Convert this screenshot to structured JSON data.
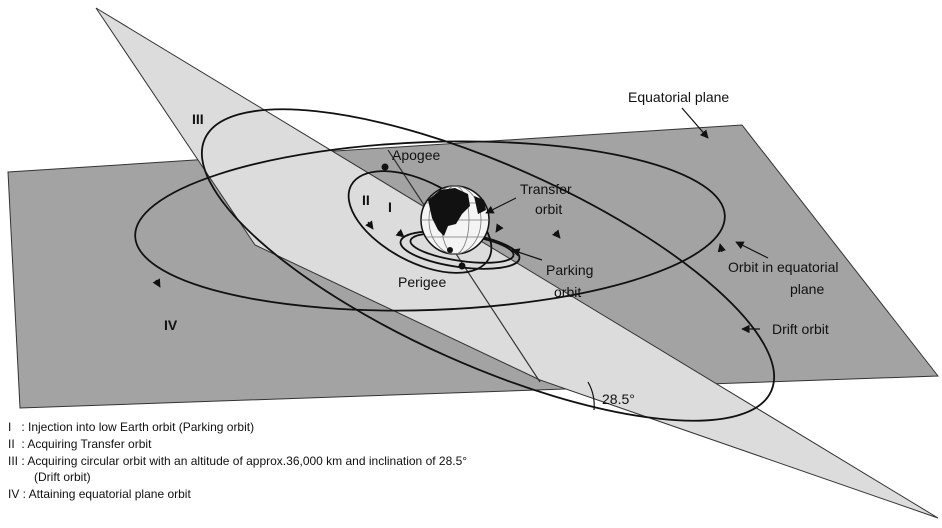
{
  "labels": {
    "equatorial_plane": "Equatorial plane",
    "apogee": "Apogee",
    "perigee": "Perigee",
    "transfer_orbit_line1": "Transfer",
    "transfer_orbit_line2": "orbit",
    "parking_orbit_line1": "Parking",
    "parking_orbit_line2": "orbit",
    "orbit_equatorial_line1": "Orbit in equatorial",
    "orbit_equatorial_line2": "plane",
    "drift_orbit": "Drift orbit",
    "angle": "28.5°"
  },
  "stage_markers": {
    "I": "I",
    "II": "II",
    "III": "III",
    "IV": "IV"
  },
  "legend": [
    "I   : Injection into low Earth orbit (Parking orbit)",
    "II  : Acquiring Transfer orbit",
    "III : Acquiring circular orbit with an altitude of approx.36,000 km and inclination of 28.5°",
    "(Drift orbit)",
    "IV : Attaining equatorial plane orbit"
  ],
  "colors": {
    "equatorial_plane_fill": "#a3a3a3",
    "inclined_plane_fill": "#dcdcdc",
    "line": "#111111"
  }
}
